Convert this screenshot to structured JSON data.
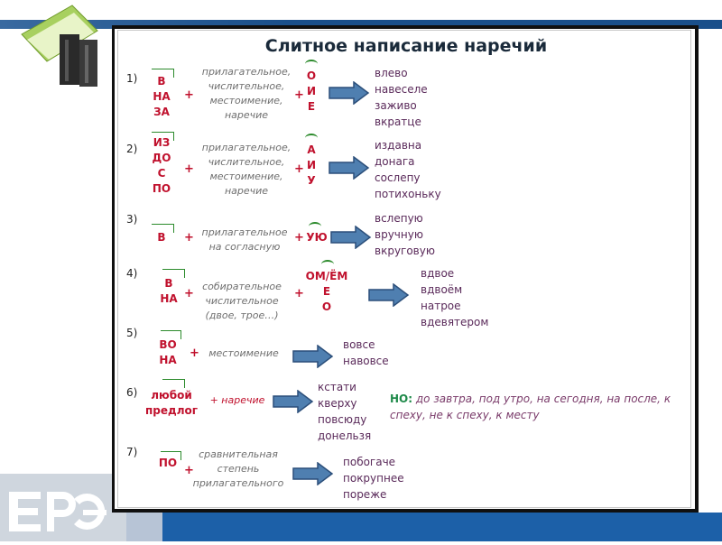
{
  "title": "Слитное написание наречий",
  "rows": [
    {
      "num": "1)",
      "prefix": [
        "В",
        "НА",
        "ЗА"
      ],
      "mid": [
        "прилагательное,",
        "числительное,",
        "местоимение,",
        "наречие"
      ],
      "suffix": [
        "О",
        "И",
        "Е"
      ],
      "examples": [
        "влево",
        "навеселе",
        "заживо",
        "вкратце"
      ]
    },
    {
      "num": "2)",
      "prefix": [
        "ИЗ",
        "ДО",
        "С",
        "ПО"
      ],
      "mid": [
        "прилагательное,",
        "числительное,",
        "местоимение,",
        "наречие"
      ],
      "suffix": [
        "А",
        "И",
        "У"
      ],
      "examples": [
        "издавна",
        "донага",
        "сослепу",
        "потихоньку"
      ]
    },
    {
      "num": "3)",
      "prefix": [
        "В"
      ],
      "mid": [
        "прилагательное",
        "на согласную"
      ],
      "suffix": [
        "УЮ"
      ],
      "examples": [
        "вслепую",
        "вручную",
        "вкруговую"
      ]
    },
    {
      "num": "4)",
      "prefix": [
        "В",
        "НА"
      ],
      "mid": [
        "собирательное",
        "числительное",
        "(двое, трое…)"
      ],
      "suffix": [
        "ОМ/ЁМ",
        "Е",
        "О"
      ],
      "examples": [
        "вдвое",
        "вдвоём",
        "натрое",
        "вдевятером"
      ]
    },
    {
      "num": "5)",
      "prefix": [
        "ВО",
        "НА"
      ],
      "mid": [
        "местоимение"
      ],
      "suffix": [],
      "examples": [
        "вовсе",
        "навовсе"
      ]
    },
    {
      "num": "6)",
      "prefix": [
        "любой",
        "предлог"
      ],
      "mid": [
        "+ наречие"
      ],
      "suffix": [],
      "examples": [
        "кстати",
        "кверху",
        "повсюду",
        "донельзя"
      ]
    },
    {
      "num": "7)",
      "prefix": [
        "ПО"
      ],
      "mid": [
        "сравнительная",
        "степень",
        "прилагательного"
      ],
      "suffix": [],
      "examples": [
        "побогаче",
        "покрупнее",
        "пореже"
      ]
    }
  ],
  "note": {
    "label": "НО:",
    "text": "до завтра, под утро, на сегодня, на после, к спеху, не к спеху, к месту"
  },
  "plus": "+",
  "colors": {
    "accent_red": "#c0112d",
    "green": "#2b8a2b",
    "band_blue": "#1c60a8"
  }
}
